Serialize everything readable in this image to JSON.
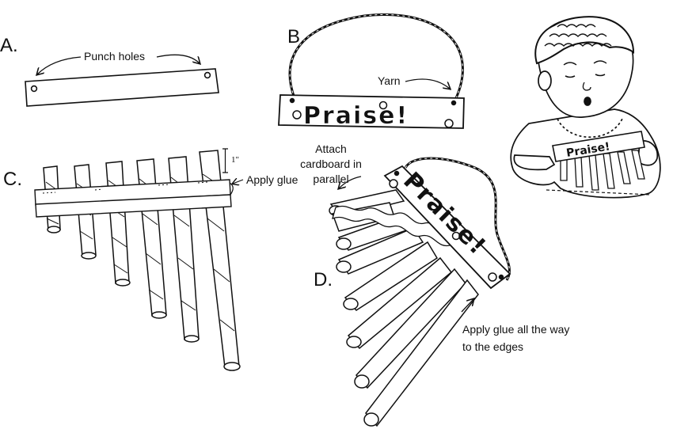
{
  "steps": {
    "a": {
      "letter": "A.",
      "note": "Punch holes"
    },
    "b": {
      "letter": "B.",
      "note": "Yarn",
      "sign_text": "Praise!"
    },
    "c": {
      "letter": "C.",
      "note": "Apply glue",
      "measure": "1\""
    },
    "d": {
      "letter": "D.",
      "note_top": "Attach cardboard in parallel",
      "note_bottom": "Apply glue all the way to the edges",
      "sign_text": "Praise!"
    },
    "child": {
      "sign_text": "Praise!"
    }
  },
  "colors": {
    "ink": "#111111",
    "paper": "#ffffff"
  }
}
